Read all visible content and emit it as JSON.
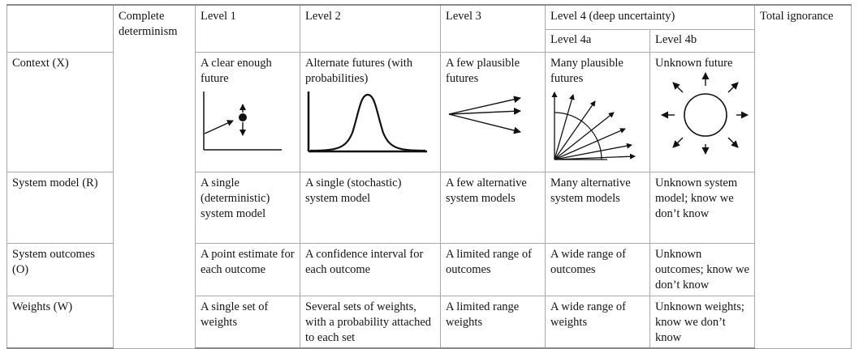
{
  "header": {
    "complete_determinism": "Complete determinism",
    "level1": "Level 1",
    "level2": "Level 2",
    "level3": "Level 3",
    "level4": "Level 4 (deep uncertainty)",
    "level4a": "Level 4a",
    "level4b": "Level 4b",
    "total_ignorance": "Total ignorance"
  },
  "rows": [
    {
      "label": "Context (X)",
      "cells": [
        "A clear enough future",
        "Alternate futures (with probabilities)",
        "A few plausible futures",
        "Many plausible futures",
        "Unknown future"
      ]
    },
    {
      "label": "System model (R)",
      "cells": [
        "A single (deterministic) system model",
        "A single (stochastic) system model",
        "A few alternative system models",
        "Many alternative system models",
        "Unknown system model; know we don’t know"
      ]
    },
    {
      "label": "System outcomes (O)",
      "cells": [
        "A point estimate for each outcome",
        "A confidence interval for each outcome",
        "A limited range of outcomes",
        "A wide range of outcomes",
        "Unknown outcomes; know we don’t know"
      ]
    },
    {
      "label": "Weights (W)",
      "cells": [
        "A single set of weights",
        "Several sets of weights, with a probability attached to each set",
        "A limited range weights",
        "A wide range of weights",
        "Unknown weights; know we don’t know"
      ]
    }
  ],
  "diagram_icons": [
    "single-point-arrow-icon",
    "bell-curve-icon",
    "few-arrows-icon",
    "fan-arrows-icon",
    "circle-radiating-arrows-icon"
  ]
}
